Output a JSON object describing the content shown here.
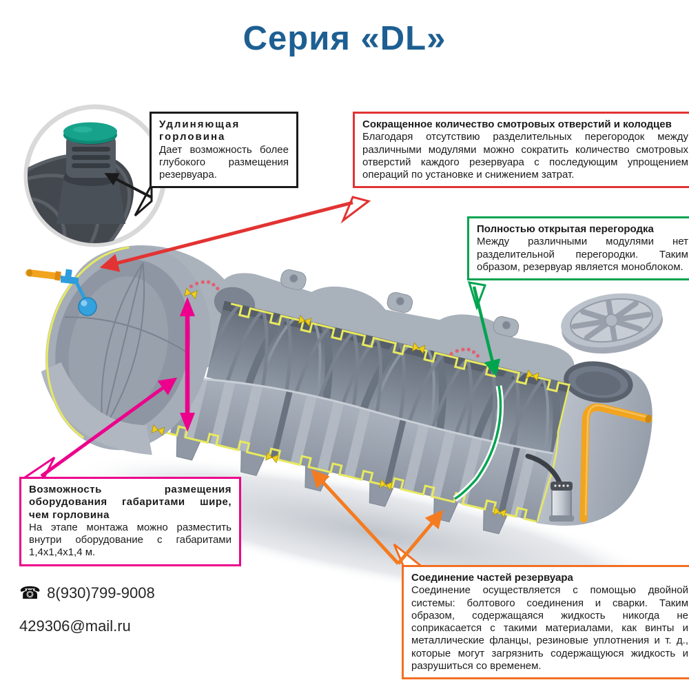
{
  "title": "Серия «DL»",
  "callouts": {
    "neck": {
      "title": "Удлиняющая горловина",
      "body": "Дает возможность более глубокого размещения резервуара."
    },
    "openings": {
      "title": "Сокращенное количество смотровых отверстий и колодцев",
      "body": "Благодаря отсутствию разделительных перегородок между различными модулями можно сократить количество смотровых отверстий каждого резервуара с последующим упрощением операций по установке и снижением затрат."
    },
    "partition": {
      "title": "Полностью открытая перегородка",
      "body": "Между различными модулями нет разделительной перегородки. Таким образом, резервуар является моноблоком."
    },
    "equipment": {
      "title": "Возможность размещения оборудования габаритами шире, чем горловина",
      "body": "На этапе монтажа можно разместить внутри оборудование с габаритами 1,4х1,4х1,4 м."
    },
    "connection": {
      "title": "Соединение частей резервуара",
      "body": "Соединение осуществляется с помощью двойной системы: болтового соединения и сварки. Таким образом, содержащаяся жидкость никогда не соприкасается с такими материалами, как винты и металлические фланцы, резиновые уплотнения и т. д., которые могут загрязнить содержащуюся жидкость и разрушиться со временем."
    }
  },
  "contact": {
    "phone_icon": "telephone-icon",
    "phone_icon_glyph": "☎",
    "phone": "8(930)799-9008",
    "email": "429306@mail.ru"
  },
  "colors": {
    "title_blue": "#1d5f92",
    "callout_black": "#1a1a1a",
    "callout_red": "#e23333",
    "callout_green": "#00a44f",
    "callout_magenta": "#ec008c",
    "callout_orange": "#f26f21",
    "tank_gray": "#9aa3af",
    "cut_line_yellow": "#e8e95f",
    "pipe_orange": "#f2a41f",
    "float_blue": "#2f9ddc",
    "cap_teal": "#16a28b"
  }
}
